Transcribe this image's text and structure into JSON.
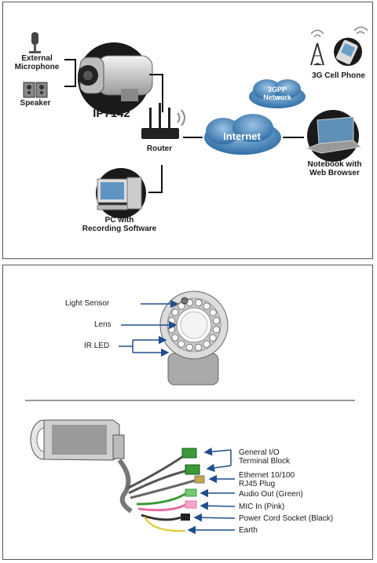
{
  "network_diagram": {
    "camera_model": "IP7142",
    "external_microphone": "External\nMicrophone",
    "speaker": "Speaker",
    "router": "Router",
    "internet": "Internet",
    "network_3gpp": "3GPP\nNetwork",
    "cell_phone": "3G Cell Phone",
    "notebook": "Notebook with\nWeb Browser",
    "pc": "PC with\nRecording Software"
  },
  "front_view": {
    "light_sensor": "Light Sensor",
    "lens": "Lens",
    "ir_led": "IR LED"
  },
  "cable_view": {
    "io_block": "General I/O\nTerminal Block",
    "ethernet": "Ethernet 10/100\nRJ45 Plug",
    "audio_out": "Audio Out (Green)",
    "mic_in": "MIC In (Pink)",
    "power": "Power Cord Socket (Black)",
    "earth": "Earth"
  },
  "colors": {
    "cloud": "#3f7fb4",
    "arrow": "#1f4e8c",
    "green": "#3a9a3a",
    "pink": "#e86fa5",
    "yellow": "#e3c62e"
  }
}
